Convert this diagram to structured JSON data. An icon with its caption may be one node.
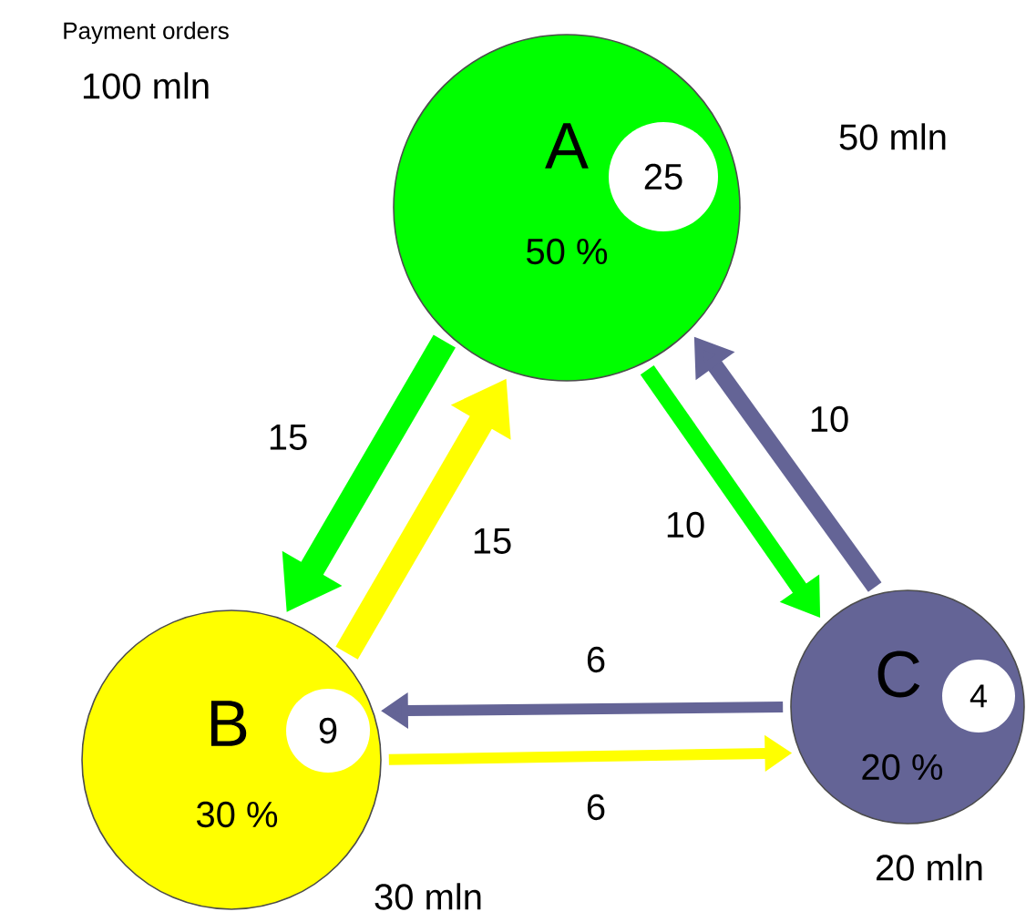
{
  "diagram": {
    "nodes": [
      {
        "text": [
          "A",
          "50 %"
        ],
        "beside": [
          "50 mln"
        ]
      },
      {
        "text": [
          "25"
        ],
        "in": 0
      },
      {
        "text": [
          "B",
          "30 %"
        ],
        "beside": [
          "30 mln"
        ]
      },
      {
        "text": [
          "9"
        ],
        "in": 2
      },
      {
        "text": [
          "C",
          "20 %"
        ],
        "beside": [
          "20 mln"
        ]
      },
      {
        "text": [
          "4"
        ],
        "in": 4
      }
    ],
    "edges": [
      {
        "from": 0,
        "to": 2,
        "arrow": "to",
        "label": "15",
        "color": "#00ff00"
      },
      {
        "from": 2,
        "to": 0,
        "arrow": "to",
        "label": "15",
        "color": "#ffff00"
      },
      {
        "from": 0,
        "to": 4,
        "arrow": "to",
        "label": "10",
        "color": "#00ff00"
      },
      {
        "from": 4,
        "to": 0,
        "arrow": "to",
        "label": "10",
        "color": "#646496"
      },
      {
        "from": 4,
        "to": 2,
        "arrow": "to",
        "label": "6",
        "color": "#646496"
      },
      {
        "from": 2,
        "to": 4,
        "arrow": "to",
        "label": "6",
        "color": "#ffff00"
      }
    ],
    "labels": [
      "Payment orders",
      "100 mln"
    ]
  }
}
